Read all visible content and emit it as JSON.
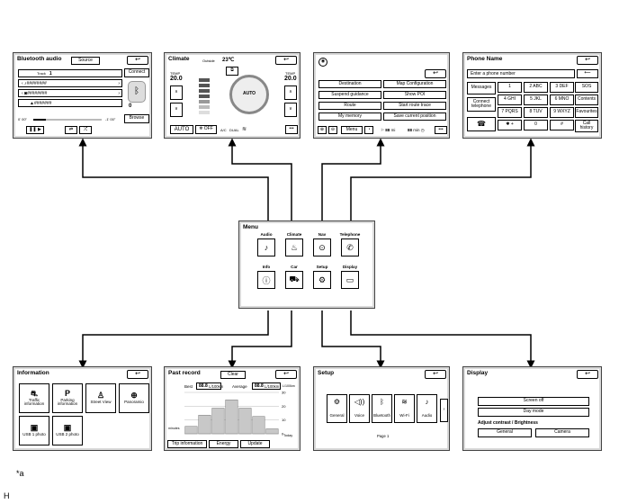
{
  "bluetooth": {
    "title": "Bluetooth audio",
    "source": "Source",
    "connect": "Connect",
    "browse": "Browse",
    "track_label": "Track",
    "track_num": "1",
    "row1": "########",
    "row2": "########",
    "row3": "#######",
    "time_start": "0' 00\"",
    "time_end": "-1' 00\"",
    "num": "0"
  },
  "climate": {
    "title": "Climate",
    "outside_label": "Outside",
    "outside_temp": "23℃",
    "temp_label": "TEMP",
    "temp_left": "20.0",
    "temp_right": "20.0",
    "auto_center": "AUTO",
    "auto_btn": "AUTO",
    "off_btn": "OFF",
    "ac": "A/C",
    "dual": "DUAL"
  },
  "nav": {
    "btns": [
      "Destination",
      "Map Configuration",
      "Suspend guidance",
      "Show POI",
      "Route",
      "Start route trace",
      "My memory",
      "Save current position"
    ],
    "menu": "Menu",
    "dist": "88",
    "dist_unit": "mi",
    "min_val": "88",
    "min_unit": "min"
  },
  "phone": {
    "title": "Phone Name",
    "placeholder": "Enter a phone number",
    "side": [
      "Messages",
      "Connect telephone",
      "Favourites",
      "Call history"
    ],
    "keys": [
      "1",
      "2 ABC",
      "3 DEF",
      "4 GHI",
      "5 JKL",
      "6 MNO",
      "7 PQRS",
      "8 TUV",
      "9 WXYZ",
      "✱ +",
      "0",
      "#"
    ],
    "sos": "SOS",
    "contents": "Contents"
  },
  "menu": {
    "title": "Menu",
    "items": [
      "Audio",
      "Climate",
      "Nav",
      "Telephone",
      "Info",
      "Car",
      "Setup",
      "Display"
    ]
  },
  "information": {
    "title": "Information",
    "items": [
      "Traffic information",
      "Parking information",
      "Street View",
      "Panoramio",
      "USB 1 photo",
      "USB 2 photo"
    ]
  },
  "past": {
    "title": "Past record",
    "clear": "Clear",
    "best_label": "Best",
    "best_val": "88.8",
    "avg_label": "Average",
    "avg_val": "88.8",
    "unit": "L/100km",
    "y_ticks": [
      "30",
      "20",
      "10",
      "0"
    ],
    "minutes": "minutes",
    "today": "Today",
    "tabs": [
      "Trip information",
      "Energy",
      "Update"
    ]
  },
  "setup": {
    "title": "Setup",
    "items": [
      "General",
      "Voice",
      "Bluetooth",
      "Wi-Fi",
      "Audio"
    ],
    "page": "Page 1"
  },
  "display": {
    "title": "Display",
    "screen_off": "Screen off",
    "day_mode": "Day mode",
    "adjust": "Adjust contrast / Brightness",
    "general": "General",
    "camera": "Camera"
  },
  "labels": {
    "a": "*a",
    "h": "H"
  }
}
